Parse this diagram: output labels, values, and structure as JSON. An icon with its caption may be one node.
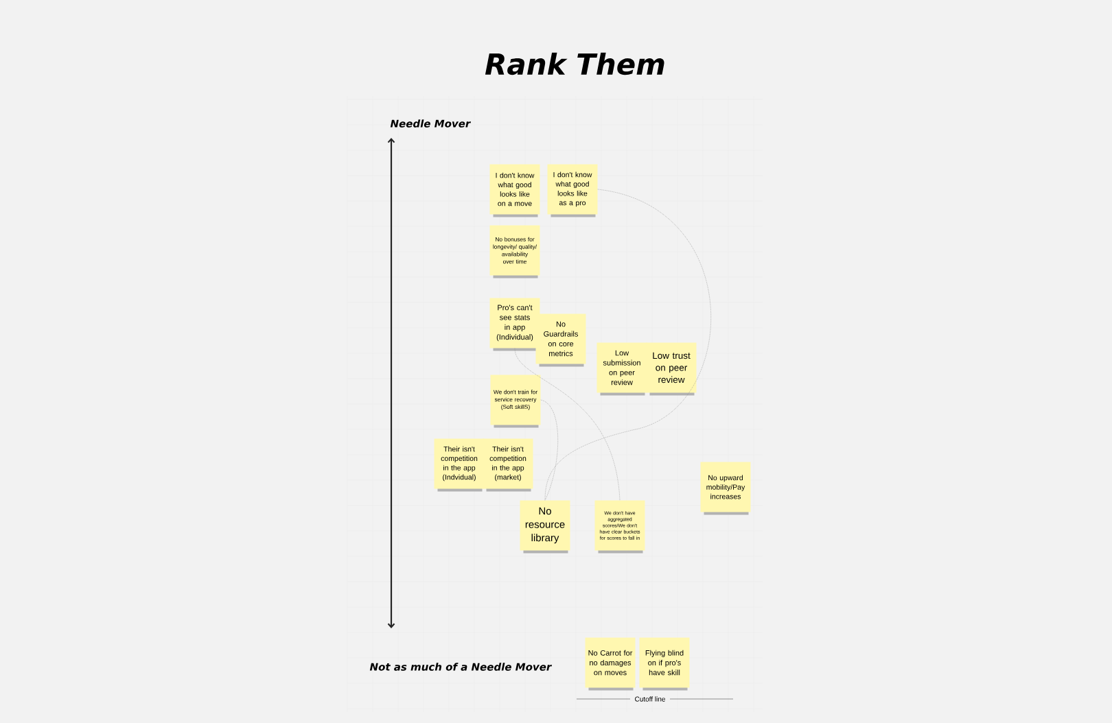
{
  "diagram": {
    "title": "Rank Them",
    "nodes": [
      {
        "text": [
          "I don't know what good looks like on a move"
        ]
      },
      {
        "text": [
          "I don't know what good looks like as a pro"
        ]
      },
      {
        "text": [
          "No bonuses for longevity/ quality/ availability over time"
        ]
      },
      {
        "text": [
          "Pro's can't see stats in app (Individual)"
        ]
      },
      {
        "text": [
          "No Guardrails on core metrics"
        ]
      },
      {
        "text": [
          "Low submission on peer review"
        ]
      },
      {
        "text": [
          "Low trust on peer review"
        ]
      },
      {
        "text": [
          "We don't train for service recovery (Soft skillS)"
        ]
      },
      {
        "text": [
          "Their isn't competition in the app (Indvidual)"
        ]
      },
      {
        "text": [
          "Their isn't competition in the app (market)"
        ]
      },
      {
        "text": [
          "No upward mobility/Pay increases"
        ]
      },
      {
        "text": [
          "No resource library"
        ]
      },
      {
        "text": [
          "We don't have aggregated scores/We don't have clear buckets for scores to fall in"
        ]
      },
      {
        "text": [
          "No Carrot for no damages on moves"
        ]
      },
      {
        "text": [
          "Flying blind on if pro's have skill"
        ]
      }
    ],
    "edges": [
      {
        "from": 1,
        "to": 11,
        "arrow": "none",
        "style": "dashed"
      },
      {
        "from": 7,
        "to": 11,
        "arrow": "none",
        "style": "dashed"
      },
      {
        "from": 3,
        "to": 12,
        "arrow": "none",
        "style": "dashed"
      }
    ],
    "labels": [
      "Needle Mover",
      "Not as much of a Needle Mover",
      "Cutoff line"
    ]
  }
}
